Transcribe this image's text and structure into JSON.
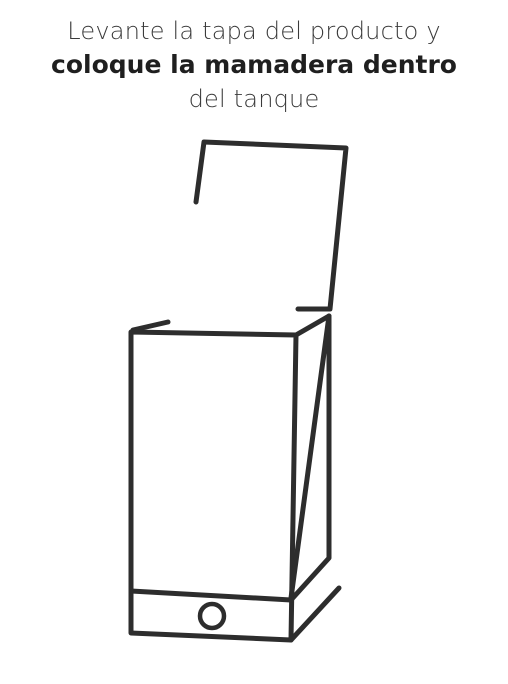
{
  "instruction": {
    "line1": "Levante la tapa del producto y",
    "line2": "coloque la mamadera dentro",
    "line3": "del tanque"
  },
  "colors": {
    "text": "#2b2b2b",
    "stroke": "#2d2d2d",
    "background": "#ffffff"
  },
  "illustration": {
    "subject": "sterilizer-with-open-lid",
    "lid_state": "open"
  }
}
